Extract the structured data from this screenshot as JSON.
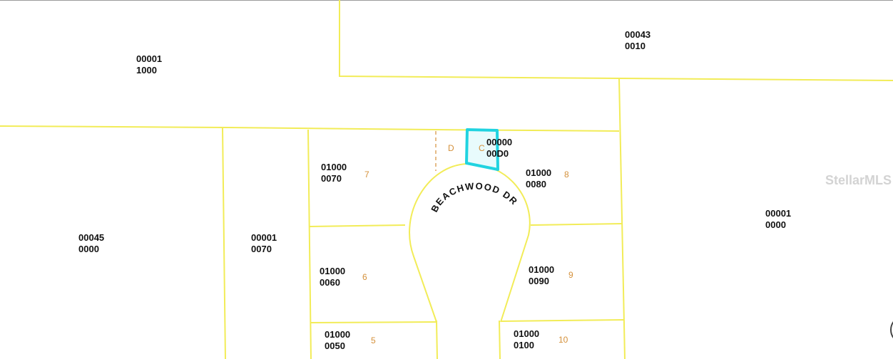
{
  "parcels": [
    {
      "id": "parcel-00001-1000",
      "line1": "00001",
      "line2": "1000"
    },
    {
      "id": "parcel-00043-0010",
      "line1": "00043",
      "line2": "0010"
    },
    {
      "id": "parcel-00045-0000",
      "line1": "00045",
      "line2": "0000"
    },
    {
      "id": "parcel-00001-0070",
      "line1": "00001",
      "line2": "0070"
    },
    {
      "id": "parcel-01000-0070",
      "line1": "01000",
      "line2": "0070"
    },
    {
      "id": "parcel-00000-00d0",
      "line1": "00000",
      "line2": "00D0"
    },
    {
      "id": "parcel-01000-0080",
      "line1": "01000",
      "line2": "0080"
    },
    {
      "id": "parcel-00001-0000",
      "line1": "00001",
      "line2": "0000"
    },
    {
      "id": "parcel-01000-0060",
      "line1": "01000",
      "line2": "0060"
    },
    {
      "id": "parcel-01000-0090",
      "line1": "01000",
      "line2": "0090"
    },
    {
      "id": "parcel-01000-0050",
      "line1": "01000",
      "line2": "0050"
    },
    {
      "id": "parcel-01000-0100",
      "line1": "01000",
      "line2": "0100"
    }
  ],
  "lot_numbers": [
    "7",
    "8",
    "6",
    "9",
    "5",
    "10",
    "D",
    "C"
  ],
  "street": {
    "name": "BEACHWOOD DR"
  },
  "watermark": "StellarMLS",
  "colors": {
    "parcel_line": "#f2ec58",
    "highlight": "#20d3e0",
    "highlight_fill": "#e8fbfc",
    "lot_label": "#d4903a",
    "parcel_id": "#111111"
  }
}
